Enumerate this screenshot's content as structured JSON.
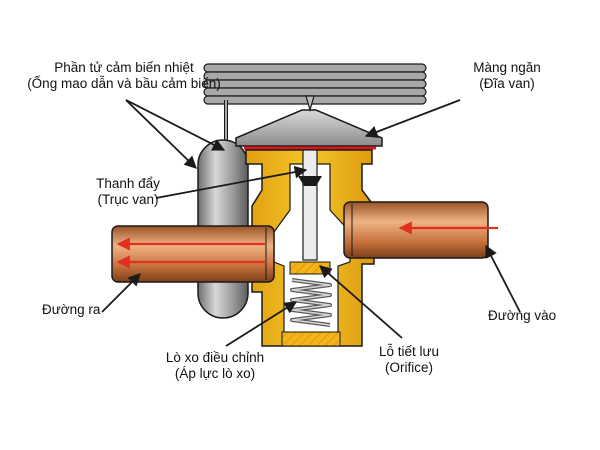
{
  "labels": {
    "sensor_line1": "Phần tử cảm biến nhiệt",
    "sensor_line2": "(Ống mao dẫn và bầu cảm biến)",
    "diaphragm_line1": "Màng ngăn",
    "diaphragm_line2": "(Đĩa van)",
    "pushrod_line1": "Thanh đẩy",
    "pushrod_line2": "(Trục van)",
    "outlet": "Đường ra",
    "inlet": "Đường vào",
    "spring_line1": "Lò xo điều chỉnh",
    "spring_line2": "(Áp lực lò xo)",
    "orifice_line1": "Lỗ tiết lưu",
    "orifice_line2": "(Orifice)"
  },
  "colors": {
    "brass": "#f2b418",
    "brass_dark": "#c98a06",
    "copper": "#d4824a",
    "copper_dark": "#8a4a20",
    "bulb": "#9b9b9b",
    "flow_arrow": "#e23020",
    "outline": "#1a1a1a"
  }
}
